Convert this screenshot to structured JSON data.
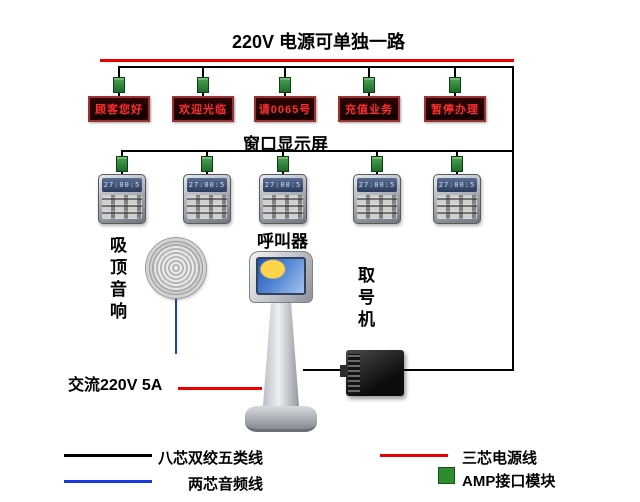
{
  "title": "220V  电源可单独一路",
  "section_labels": {
    "window_display": "窗口显示屏",
    "caller": "呼叫器",
    "ceiling_speaker": "吸顶音响",
    "ticket_kiosk": "取号机",
    "ac_power": "交流220V 5A"
  },
  "displays": [
    {
      "text": "顾客您好"
    },
    {
      "text": "欢迎光临"
    },
    {
      "text": "请0065号"
    },
    {
      "text": "充值业务"
    },
    {
      "text": "暂停办理"
    }
  ],
  "callers": [
    {
      "screen_text": "27:00:5"
    },
    {
      "screen_text": "27:00:5"
    },
    {
      "screen_text": "27:00:5"
    },
    {
      "screen_text": "27:00:5"
    },
    {
      "screen_text": "27:00:5"
    }
  ],
  "legend": [
    {
      "swatch": "line",
      "color": "#000000",
      "label": "八芯双绞五类线"
    },
    {
      "swatch": "line",
      "color": "#ee0000",
      "label": "三芯电源线"
    },
    {
      "swatch": "line",
      "color": "#1a3adf",
      "label": "两芯音频线"
    },
    {
      "swatch": "square",
      "color": "#2e8b2e",
      "label": "AMP接口模块"
    }
  ],
  "colors": {
    "power_line": "#ee0000",
    "data_line": "#000000",
    "audio_line": "#1a3adf",
    "connector_green": "#2e8b2e",
    "led_text": "#ff2d2d"
  }
}
